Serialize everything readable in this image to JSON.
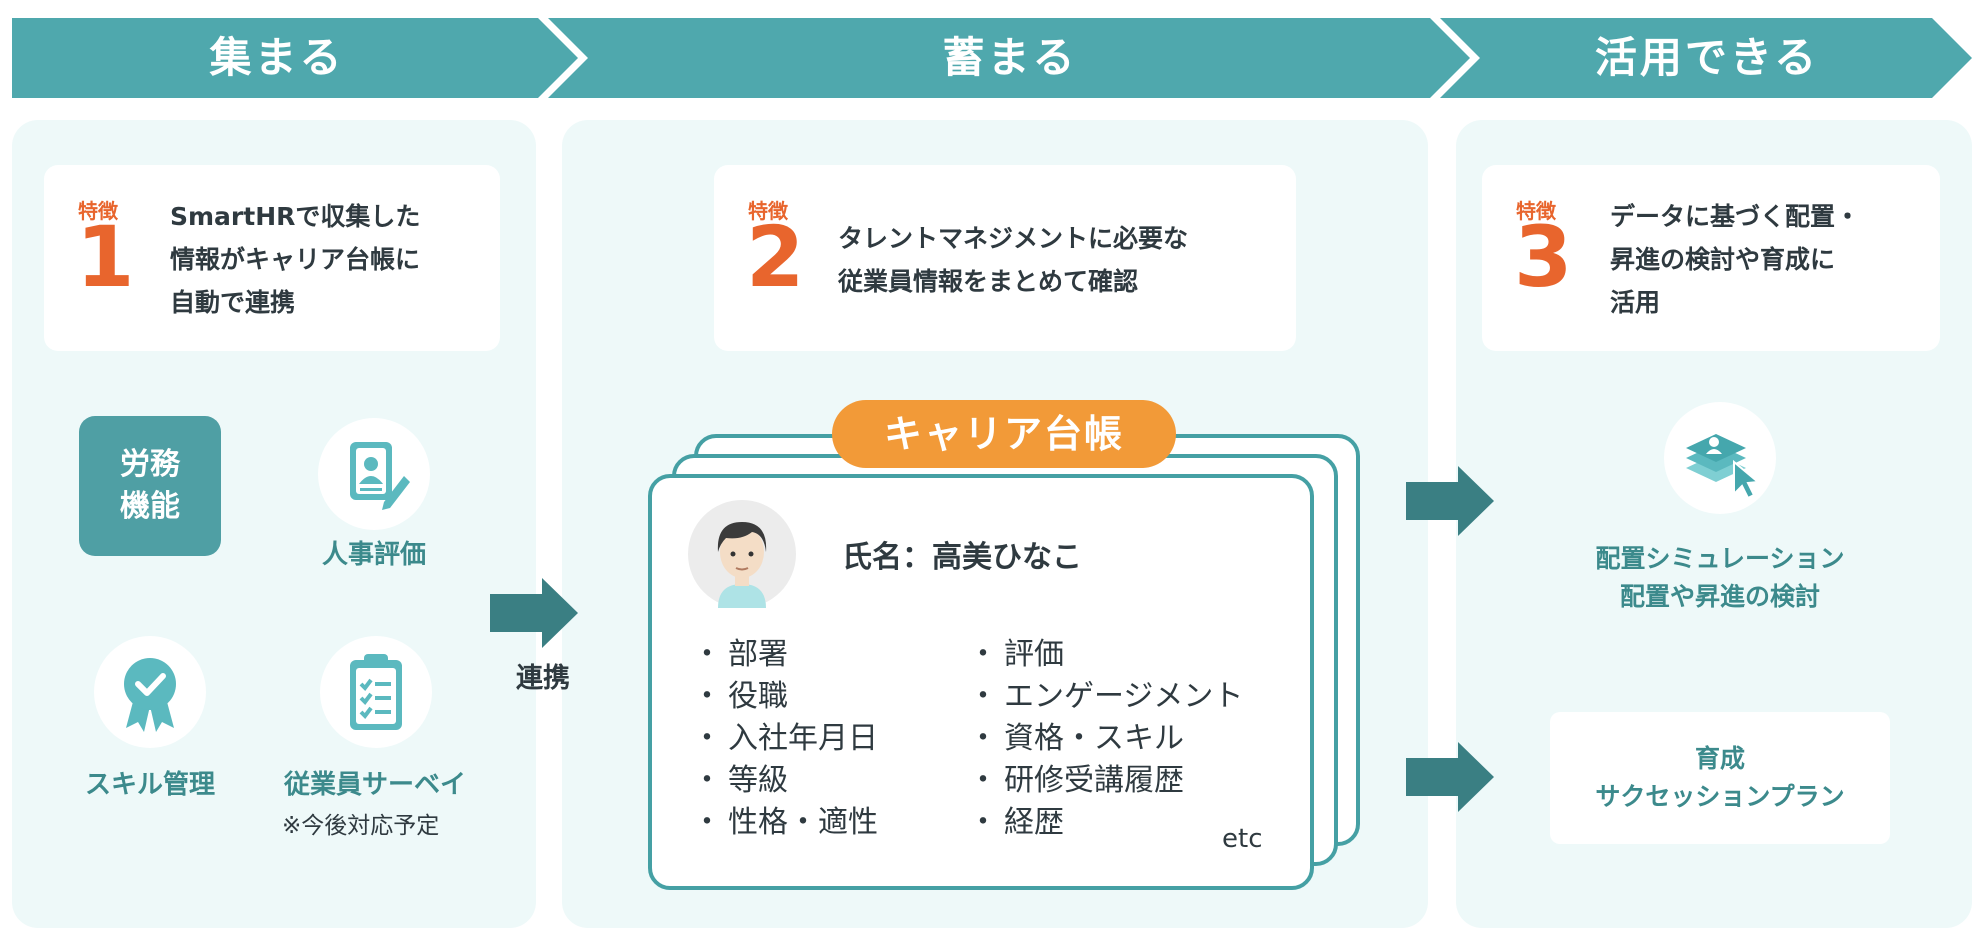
{
  "steps": [
    {
      "title": "集まる"
    },
    {
      "title": "蓄まる"
    },
    {
      "title": "活用できる"
    }
  ],
  "features": [
    {
      "label": "特徴",
      "number": "1",
      "lines": [
        "SmartHRで収集した",
        "情報がキャリア台帳に",
        "自動で連携"
      ]
    },
    {
      "label": "特徴",
      "number": "2",
      "lines": [
        "タレントマネジメントに必要な",
        "従業員情報をまとめて確認"
      ]
    },
    {
      "label": "特徴",
      "number": "3",
      "lines": [
        "データに基づく配置・",
        "昇進の検討や育成に",
        "活用"
      ]
    }
  ],
  "collect": {
    "labor_lines": [
      "労務",
      "機能"
    ],
    "evaluation_label": "人事評価",
    "skill_label": "スキル管理",
    "survey_label": "従業員サーベイ",
    "survey_note": "※今後対応予定",
    "link_label": "連携",
    "icons": [
      "profile-edit-icon",
      "badge-check-icon",
      "clipboard-checklist-icon"
    ]
  },
  "ledger": {
    "title": "キャリア台帳",
    "name": "氏名：高美ひなこ",
    "left_items": [
      "部署",
      "役職",
      "入社年月日",
      "等級",
      "性格・適性"
    ],
    "right_items": [
      "評価",
      "エンゲージメント",
      "資格・スキル",
      "研修受講履歴",
      "経歴"
    ],
    "etc": "etc"
  },
  "use": {
    "simulation_lines": [
      "配置シミュレーション",
      "配置や昇進の検討"
    ],
    "development_lines": [
      "育成",
      "サクセッションプラン"
    ],
    "icons": [
      "layers-cursor-icon"
    ]
  },
  "colors": {
    "teal": "#4fa8ad",
    "teal_dark": "#3c8a8c",
    "orange": "#e8652d",
    "pill_orange": "#f29a38",
    "panel_bg": "#eef9f9"
  }
}
